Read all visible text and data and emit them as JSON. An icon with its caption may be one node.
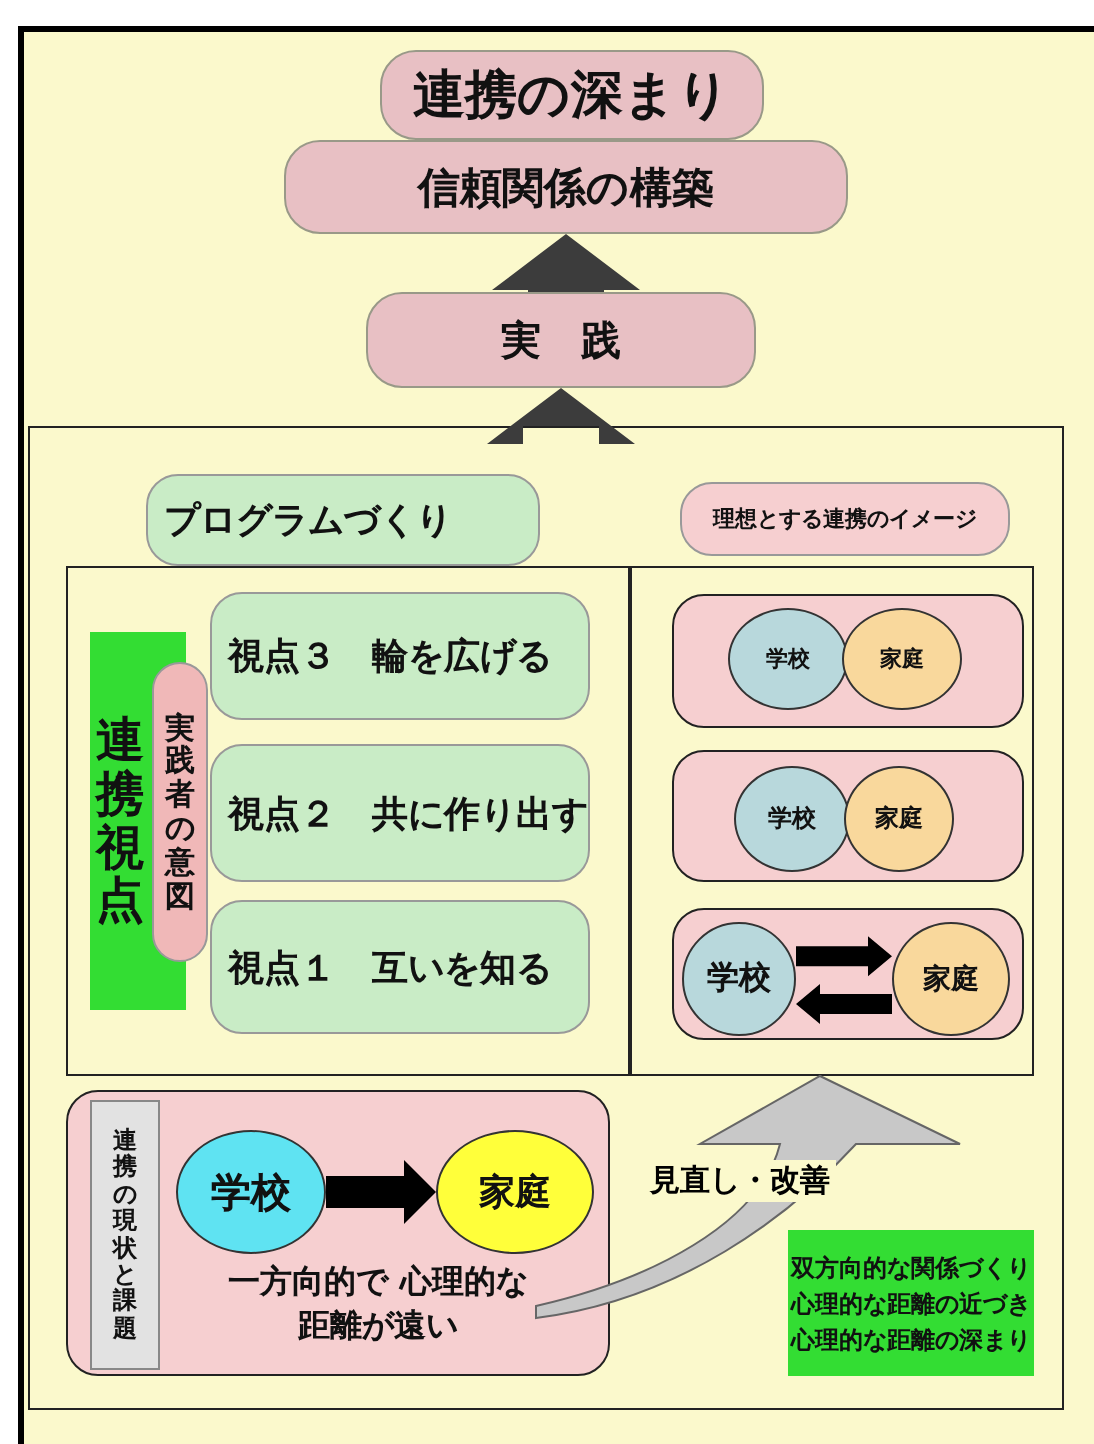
{
  "diagram": {
    "nodes": [
      {
        "text": [
          "連携の深まり"
        ]
      },
      {
        "text": [
          "信頼関係の構築"
        ]
      },
      {
        "text": [
          "実　践"
        ]
      },
      {
        "text": [],
        "shape": "box"
      },
      {
        "text": [
          "プログラムづくり"
        ],
        "in": 3
      },
      {
        "text": [],
        "shape": "box",
        "in": 3
      },
      {
        "text": [
          "連携視点"
        ],
        "in": 5
      },
      {
        "text": [
          "実践者の意図"
        ],
        "in": 5
      },
      {
        "text": [
          "視点３　輪を広げる"
        ],
        "in": 5
      },
      {
        "text": [
          "視点２　共に作り出す"
        ],
        "in": 5
      },
      {
        "text": [
          "視点１　互いを知る"
        ],
        "in": 5
      },
      {
        "text": [
          "理想とする連携のイメージ"
        ],
        "in": 3
      },
      {
        "text": [],
        "shape": "box",
        "in": 3
      },
      {
        "text": [],
        "shape": "box",
        "in": 12
      },
      {
        "text": [
          "学校"
        ],
        "in": 13
      },
      {
        "text": [
          "家庭"
        ],
        "in": 13
      },
      {
        "text": [],
        "shape": "box",
        "in": 12
      },
      {
        "text": [
          "学校"
        ],
        "in": 16
      },
      {
        "text": [
          "家庭"
        ],
        "in": 16
      },
      {
        "text": [],
        "shape": "box",
        "in": 12
      },
      {
        "text": [
          "学校"
        ],
        "in": 19
      },
      {
        "text": [
          "家庭"
        ],
        "in": 19
      },
      {
        "text": [],
        "shape": "box",
        "in": 3
      },
      {
        "text": [
          "連携の現状と課題"
        ],
        "in": 22
      },
      {
        "text": [
          "学校"
        ],
        "in": 22
      },
      {
        "text": [
          "家庭"
        ],
        "in": 22
      },
      {
        "text": [
          "一方向的で 心理的な距離が遠い"
        ],
        "in": 22
      },
      {
        "text": [
          "双方向的な関係づくり",
          "心理的な距離の近づき",
          "心理的な距離の深まり"
        ],
        "in": 3
      }
    ],
    "edges": [
      {
        "from": 2,
        "to": 1,
        "arrow": "to"
      },
      {
        "from": 3,
        "to": 2,
        "arrow": "to"
      },
      {
        "from": 20,
        "to": 21,
        "arrow": "to"
      },
      {
        "from": 21,
        "to": 20,
        "arrow": "to"
      },
      {
        "from": 24,
        "to": 25,
        "arrow": "to"
      },
      {
        "from": 26,
        "to": 12,
        "arrow": "to",
        "label": "見直し・改善",
        "color": "#c8c8c8"
      }
    ]
  }
}
